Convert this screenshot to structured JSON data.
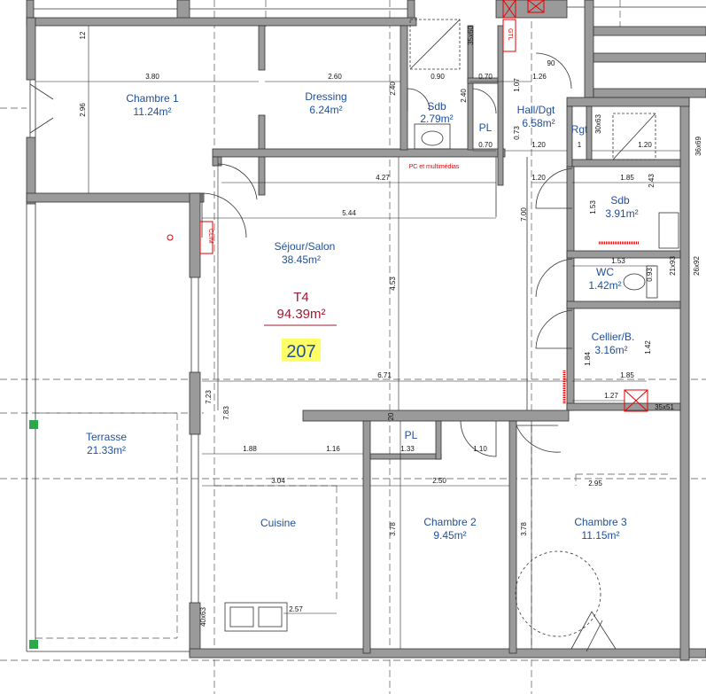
{
  "unit": {
    "type_label": "T4",
    "total_area": "94.39m²",
    "number": "207",
    "type_color": "#9b1b30",
    "number_highlight": "#ffff66",
    "number_color": "#1f4f9a"
  },
  "rooms": {
    "chambre1": {
      "name": "Chambre 1",
      "area": "11.24m²"
    },
    "dressing": {
      "name": "Dressing",
      "area": "6.24m²"
    },
    "sdb1": {
      "name": "Sdb",
      "area": "2.79m²"
    },
    "hall": {
      "name": "Hall/Dgt",
      "area": "6.58m²"
    },
    "rgt": {
      "name": "Rgt"
    },
    "pl1": {
      "name": "PL"
    },
    "sdb2": {
      "name": "Sdb",
      "area": "3.91m²"
    },
    "wc": {
      "name": "WC",
      "area": "1.42m²"
    },
    "cellier": {
      "name": "Cellier/B.",
      "area": "3.16m²"
    },
    "sejour": {
      "name": "Séjour/Salon",
      "area": "38.45m²"
    },
    "terrasse": {
      "name": "Terrasse",
      "area": "21.33m²"
    },
    "cuisine": {
      "name": "Cuisine"
    },
    "pl2": {
      "name": "PL"
    },
    "chambre2": {
      "name": "Chambre 2",
      "area": "9.45m²"
    },
    "chambre3": {
      "name": "Chambre 3",
      "area": "11.15m²"
    }
  },
  "red_labels": {
    "pc": "PC et multimédias",
    "clim": "CLIM",
    "gtl": "GTL"
  },
  "dims": {
    "d380": "3.80",
    "d260": "2.60",
    "d296": "2.96",
    "d12": "12",
    "d090": "0.90",
    "d070a": "0.70",
    "d240a": "2.40",
    "d240b": "2.40",
    "d107": "1.07",
    "d126": "1.26",
    "d90": "90",
    "d073": "0.73",
    "d070b": "0.70",
    "d120a": "1.20",
    "d1": "1",
    "d120b": "1.20",
    "d35x60": "35x60",
    "d30x63": "30x63",
    "d36x69": "36x69",
    "d427": "4.27",
    "d120c": "1.20",
    "d185a": "1.85",
    "d243": "2.43",
    "d544": "5.44",
    "d700": "7.00",
    "d153a": "1.53",
    "d153b": "1.53",
    "d093": "0.93",
    "d21x93": "21x93",
    "d26x92": "26x92",
    "d453": "4.53",
    "d142": "1.42",
    "d184": "1.84",
    "d671": "6.71",
    "d185b": "1.85",
    "d127": "1.27",
    "d35x51": "35x51",
    "d723": "7.23",
    "d783": "7.83",
    "d20": "20",
    "d188": "1.88",
    "d116": "1.16",
    "d133": "1.33",
    "d110": "1.10",
    "d304": "3.04",
    "d250": "2.50",
    "d295": "2.95",
    "d378a": "3.78",
    "d378b": "3.78",
    "d257": "2.57",
    "d40x63": "40x63"
  }
}
